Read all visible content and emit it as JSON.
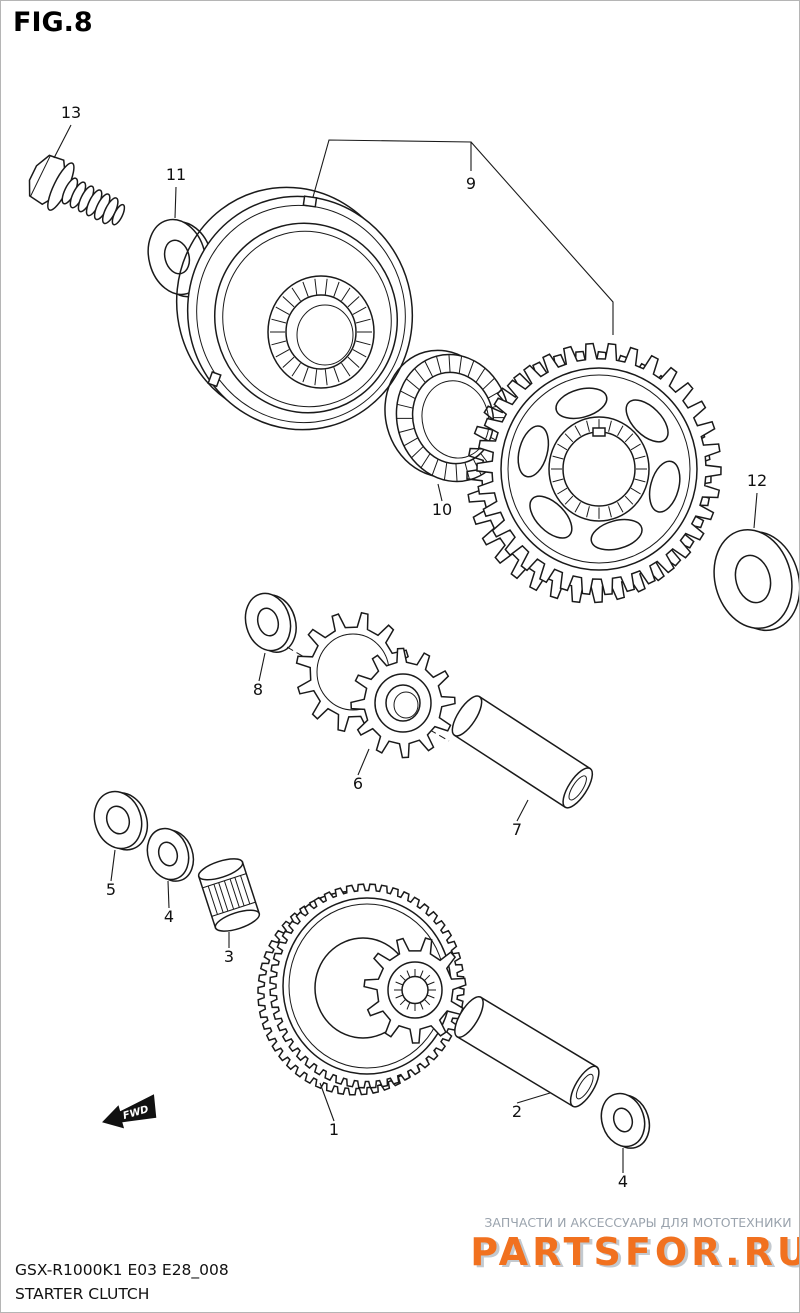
{
  "figure": {
    "title": "FIG.8"
  },
  "parts": {
    "p1": "1",
    "p2": "2",
    "p3": "3",
    "p4a": "4",
    "p4b": "4",
    "p5": "5",
    "p6": "6",
    "p7": "7",
    "p8": "8",
    "p9": "9",
    "p10": "10",
    "p11": "11",
    "p12": "12",
    "p13": "13"
  },
  "fwd": {
    "label": "FWD"
  },
  "watermark": {
    "tagline": "ЗАПЧАСТИ И АКСЕССУАРЫ ДЛЯ МОТОТЕХНИКИ",
    "brand": "PARTSFOR.RU"
  },
  "footer": {
    "code": "GSX-R1000K1 E03 E28_008",
    "title": "STARTER CLUTCH"
  },
  "colors": {
    "line": "#1a1a1a",
    "brand_orange": "#f1711f",
    "watermark_gray": "#9aa3ad"
  }
}
